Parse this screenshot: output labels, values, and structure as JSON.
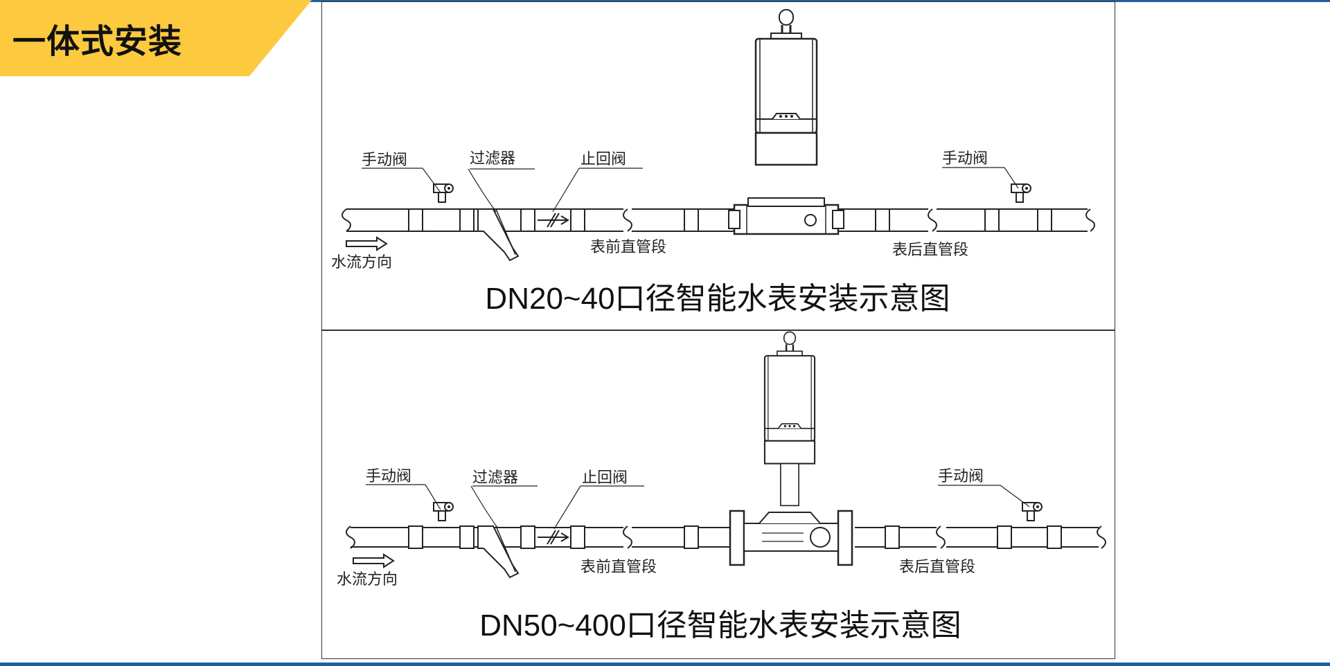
{
  "banner": {
    "title": "一体式安装"
  },
  "diagrams": [
    {
      "caption": "DN20~40口径智能水表安装示意图",
      "labels": {
        "manual_valve_left": "手动阀",
        "filter": "过滤器",
        "check_valve": "止回阀",
        "manual_valve_right": "手动阀",
        "straight_before": "表前直管段",
        "straight_after": "表后直管段",
        "flow_direction": "水流方向"
      }
    },
    {
      "caption": "DN50~400口径智能水表安装示意图",
      "labels": {
        "manual_valve_left": "手动阀",
        "filter": "过滤器",
        "check_valve": "止回阀",
        "manual_valve_right": "手动阀",
        "straight_before": "表前直管段",
        "straight_after": "表后直管段",
        "flow_direction": "水流方向"
      }
    }
  ],
  "colors": {
    "accent_yellow": "#fdc93e",
    "line_blue": "#1f5e9c",
    "ink": "#222222"
  }
}
